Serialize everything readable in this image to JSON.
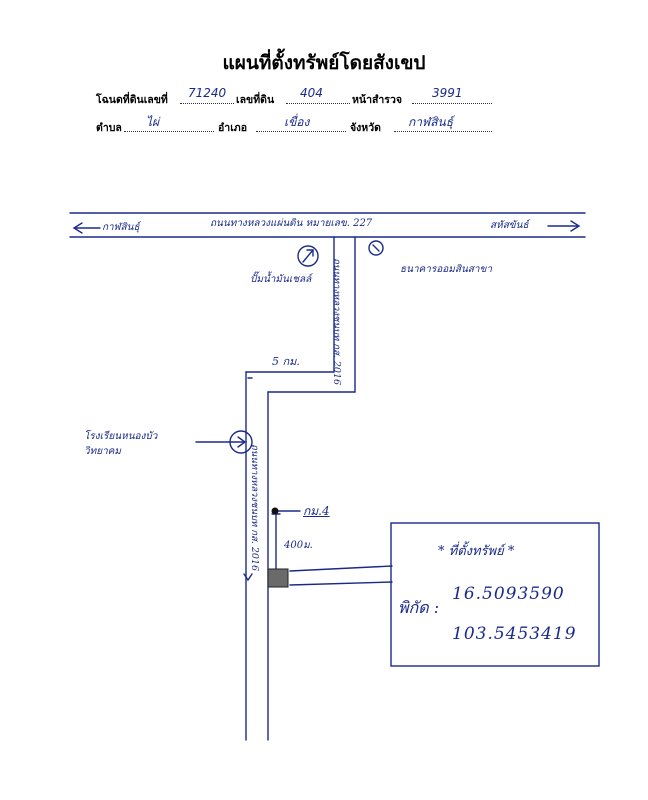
{
  "header": {
    "title": "แผนที่ตั้งทรัพย์โดยสังเขป",
    "row1": {
      "deed_label": "โฉนดที่ดินเลขที่",
      "deed_value": "71240",
      "land_no_label": "เลขที่ดิน",
      "land_no_value": "404",
      "survey_page_label": "หน้าสำรวจ",
      "survey_page_value": "3991"
    },
    "row2": {
      "subdistrict_label": "ตำบล",
      "subdistrict_value": "ไผ่",
      "district_label": "อำเภอ",
      "district_value": "เขื่อง",
      "province_label": "จังหวัด",
      "province_value": "กาฬสินธุ์"
    }
  },
  "map": {
    "left_direction": "กาฬสินธุ์",
    "main_road": "ถนนทางหลวงแผ่นดิน หมายเลข. 227",
    "right_direction": "สหัสขันธ์",
    "gas_station": "ปั๊มน้ำมันเชลล์",
    "bank_label": "ธนาคารออมสินสาขา",
    "branch_road_upper": "ถนนทางหลวงชนบท กส. 2016",
    "distance_5km": "5 กม.",
    "school": "โรงเรียนหนองบัว วิทยาคม",
    "branch_road_lower": "ถนนทางหลวงชนบท กส. 2016",
    "km_marker": "กม.4",
    "distance_400m": "400ม."
  },
  "location_box": {
    "heading": "* ที่ตั้งทรัพย์ *",
    "coord_label": "พิกัด :",
    "lat": "16.5093590",
    "lon": "103.5453419"
  }
}
